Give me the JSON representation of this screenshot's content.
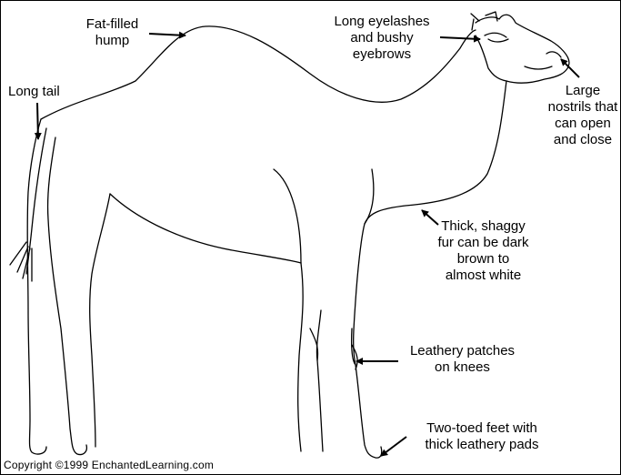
{
  "diagram": {
    "subject": "dromedary camel",
    "labels": {
      "hump": "Fat-filled\nhump",
      "eyes": "Long eyelashes\nand bushy\neyebrows",
      "tail": "Long tail",
      "nostrils": "Large\nnostrils that\ncan open\nand close",
      "fur": "Thick, shaggy\nfur can be dark\nbrown to\nalmost white",
      "knees": "Leathery patches\non knees",
      "feet": "Two-toed feet with\nthick leathery pads"
    },
    "copyright": "Copyright ©1999 EnchantedLearning.com"
  }
}
